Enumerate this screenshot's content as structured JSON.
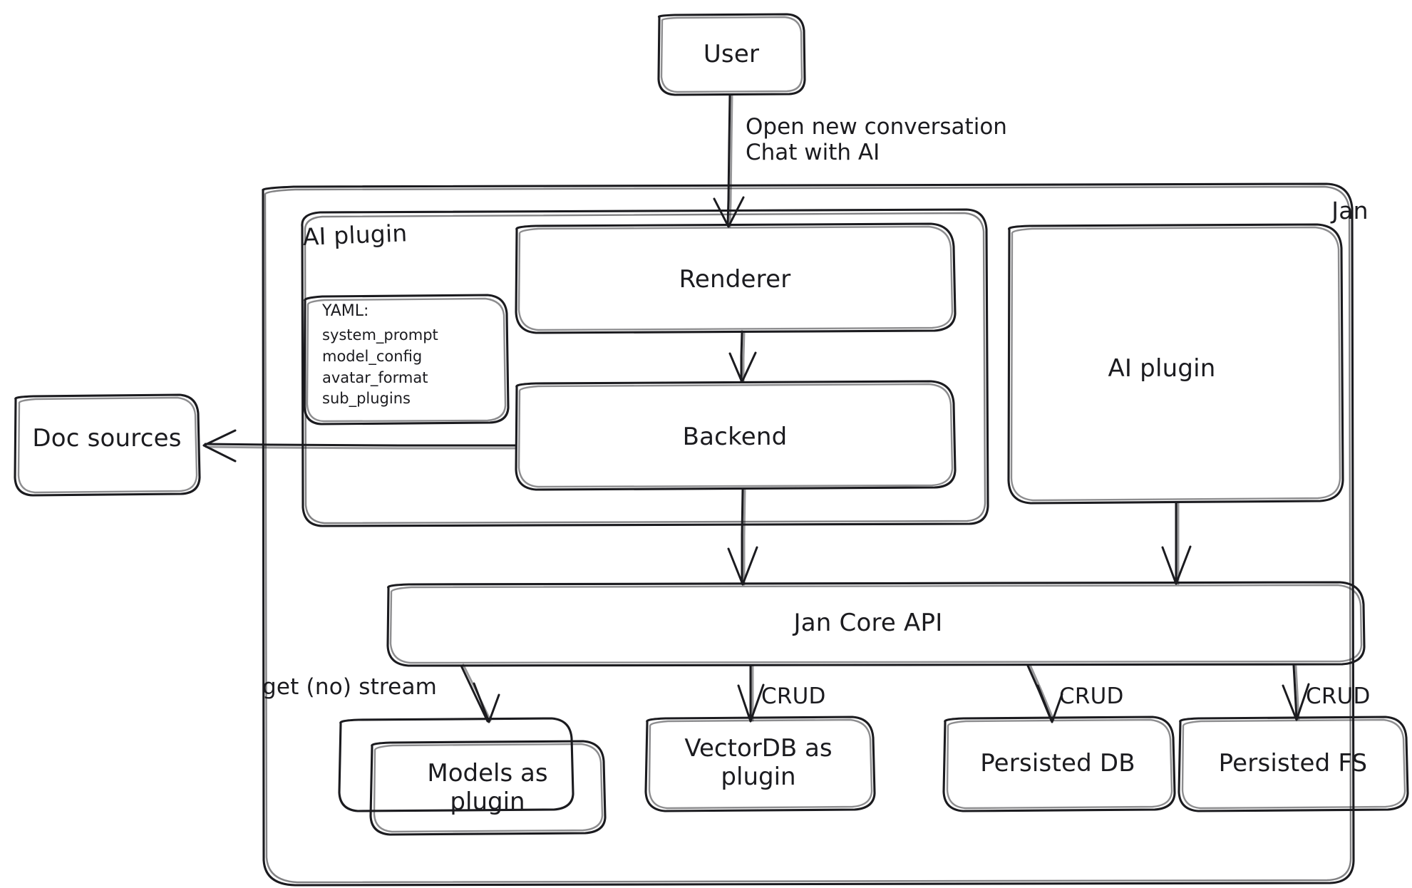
{
  "diagram": {
    "title": "Jan architecture overview",
    "style": "hand-drawn",
    "stroke_color": "#1b1b1f",
    "background_color": "#ffffff",
    "containers": [
      {
        "id": "jan",
        "label": "Jan",
        "label_position": "top-right"
      },
      {
        "id": "ai_plugin_group",
        "label": "AI plugin",
        "label_position": "top-left"
      }
    ],
    "nodes": [
      {
        "id": "user",
        "label": "User"
      },
      {
        "id": "doc_sources",
        "label": "Doc sources"
      },
      {
        "id": "renderer",
        "label": "Renderer"
      },
      {
        "id": "backend",
        "label": "Backend"
      },
      {
        "id": "ai_plugin_box",
        "label": "AI plugin"
      },
      {
        "id": "jan_core_api",
        "label": "Jan Core API"
      },
      {
        "id": "models_as_plugin",
        "label": "Models as\nplugin",
        "line1": "Models as",
        "line2": "plugin"
      },
      {
        "id": "vectordb_as_plugin",
        "label": "VectorDB as\nplugin",
        "line1": "VectorDB as",
        "line2": "plugin"
      },
      {
        "id": "persisted_db",
        "label": "Persisted DB"
      },
      {
        "id": "persisted_fs",
        "label": "Persisted FS"
      }
    ],
    "yaml_card": {
      "heading": "YAML:",
      "items": [
        "system_prompt",
        "model_config",
        "avatar_format",
        "sub_plugins"
      ]
    },
    "edges": [
      {
        "id": "user-to-renderer",
        "from": "user",
        "to": "renderer",
        "label_line1": "Open new conversation",
        "label_line2": "Chat with AI"
      },
      {
        "id": "renderer-to-backend",
        "from": "renderer",
        "to": "backend",
        "label": ""
      },
      {
        "id": "backend-to-doc-sources",
        "from": "backend",
        "to": "doc_sources",
        "label": ""
      },
      {
        "id": "backend-to-core",
        "from": "backend",
        "to": "jan_core_api",
        "label": ""
      },
      {
        "id": "aiplugin-to-core",
        "from": "ai_plugin_box",
        "to": "jan_core_api",
        "label": ""
      },
      {
        "id": "core-to-models",
        "from": "jan_core_api",
        "to": "models_as_plugin",
        "label": "get (no) stream"
      },
      {
        "id": "core-to-vectordb",
        "from": "jan_core_api",
        "to": "vectordb_as_plugin",
        "label": "CRUD"
      },
      {
        "id": "core-to-persisted-db",
        "from": "jan_core_api",
        "to": "persisted_db",
        "label": "CRUD"
      },
      {
        "id": "core-to-persisted-fs",
        "from": "jan_core_api",
        "to": "persisted_fs",
        "label": "CRUD"
      }
    ]
  }
}
